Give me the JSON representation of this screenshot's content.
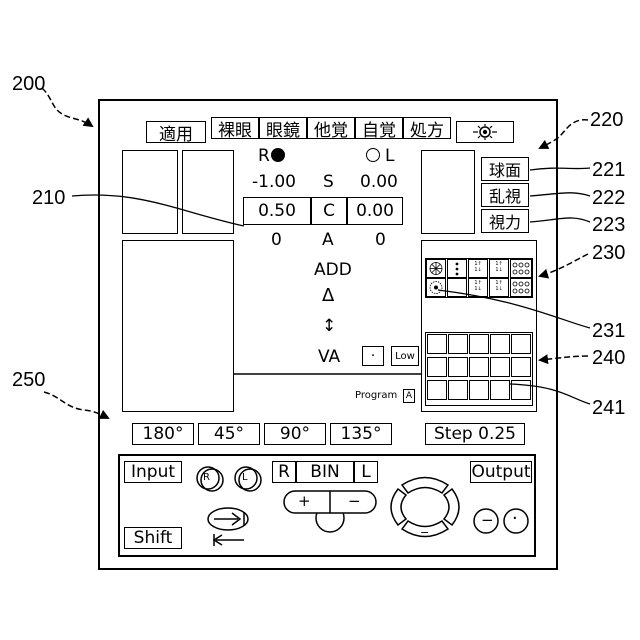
{
  "refs": {
    "main": "200",
    "right_panel": "220",
    "mode_spherical": "221",
    "mode_astig": "222",
    "mode_acuity": "223",
    "center": "210",
    "chart_panel": "230",
    "chart_cell": "231",
    "grid_panel": "240",
    "grid_cell": "241",
    "bottom": "250"
  },
  "top_buttons": {
    "apply": "適用",
    "naked_eye": "裸眼",
    "glasses": "眼鏡",
    "objective": "他覚",
    "subjective": "自覚",
    "prescription": "処方"
  },
  "eyes": {
    "right": "R",
    "left": "L"
  },
  "measure": {
    "sph_label": "S",
    "sph_right": "-1.00",
    "sph_left": "0.00",
    "cyl_label": "C",
    "cyl_right": "0.50",
    "cyl_left": "0.00",
    "axis_label": "A",
    "axis_right": "0",
    "axis_left": "0"
  },
  "center_labels": {
    "add": "ADD",
    "prism": "Δ",
    "updown": "↕",
    "va": "VA",
    "dot_button": "·",
    "low_button": "Low"
  },
  "mode_buttons": {
    "spherical": "球面",
    "astig": "乱視",
    "acuity": "視力"
  },
  "chart_small": "1↑\n1↓",
  "program": {
    "label": "Program",
    "value": "A"
  },
  "axis_buttons": [
    "180°",
    "45°",
    "90°",
    "135°"
  ],
  "step": "Step 0.25",
  "bottom": {
    "input": "Input",
    "output": "Output",
    "shift": "Shift",
    "r": "R",
    "bin": "BIN",
    "l": "L",
    "plus": "+",
    "minus": "−",
    "circle_r": "R",
    "circle_l": "L",
    "arrow_up": "−",
    "arrow_down": "−",
    "left_minus": "−",
    "right_dot": "·"
  }
}
